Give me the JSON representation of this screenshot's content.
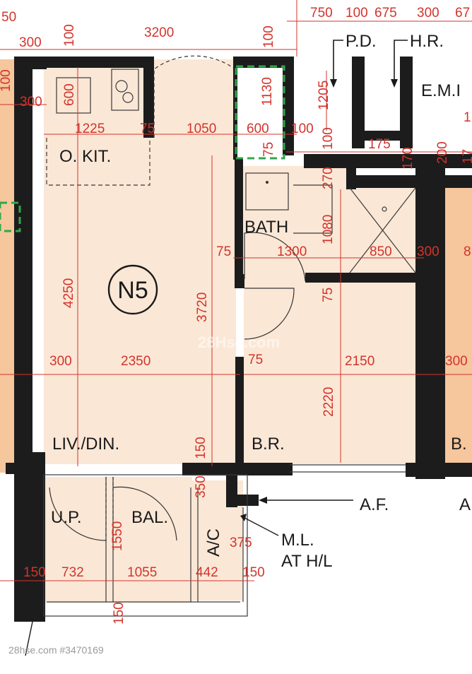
{
  "unit_label": "N5",
  "rooms": {
    "open_kitchen": "O. KIT.",
    "bath": "BATH",
    "living_dining": "LIV./DIN.",
    "bedroom": "B.R.",
    "utility_platform": "U.P.",
    "balcony": "BAL.",
    "ac_platform": "A/C",
    "emr": "E.M.I",
    "bedroom_right": "B.",
    "af_right": "A"
  },
  "annotations": {
    "pd": "P.D.",
    "hr": "H.R.",
    "af": "A.F.",
    "ml_line1": "M.L.",
    "ml_line2": "AT H/L"
  },
  "dimensions": {
    "top_750": "750",
    "top_100a": "100",
    "top_675": "675",
    "top_300a": "300",
    "top_67": "67",
    "top_50": "50",
    "top_300b": "300",
    "top_100b": "100",
    "top_3200": "3200",
    "top_100c": "100",
    "left_100": "100",
    "left_300": "300",
    "k_600": "600",
    "k_1225": "1225",
    "k_75": "75",
    "k_1050": "1050",
    "k_1130": "1130",
    "k_600b": "600",
    "k_75b": "75",
    "k_100": "100",
    "pd_1205": "1205",
    "s_100": "100",
    "s_175": "175",
    "s_170": "170",
    "s_200": "200",
    "s_1": "1",
    "s_17": "17",
    "b_270": "270",
    "b_1080": "1080",
    "b_75": "75",
    "b_1300": "1300",
    "b_850": "850",
    "b_300": "300",
    "b_8": "8",
    "b_75b": "75",
    "l_4250": "4250",
    "l_3720": "3720",
    "l_300": "300",
    "l_2350": "2350",
    "br_75": "75",
    "br_2150": "2150",
    "br_300": "300",
    "br_2220": "2220",
    "l_150": "150",
    "l_350": "350",
    "l_1550": "1550",
    "l_375": "375",
    "bt_150": "150",
    "bt_732": "732",
    "bt_1055": "1055",
    "bt_442": "442",
    "bt_150b": "150",
    "bt_150c": "150"
  },
  "watermark": "28Hse.com",
  "credit": "28hse.com #3470169",
  "colors": {
    "floor": "#fbe7d6",
    "side_unit": "#f6c69d",
    "wall": "#1c1c1c",
    "dimension": "#d2342c",
    "fixture_box": "#2ea84a"
  }
}
